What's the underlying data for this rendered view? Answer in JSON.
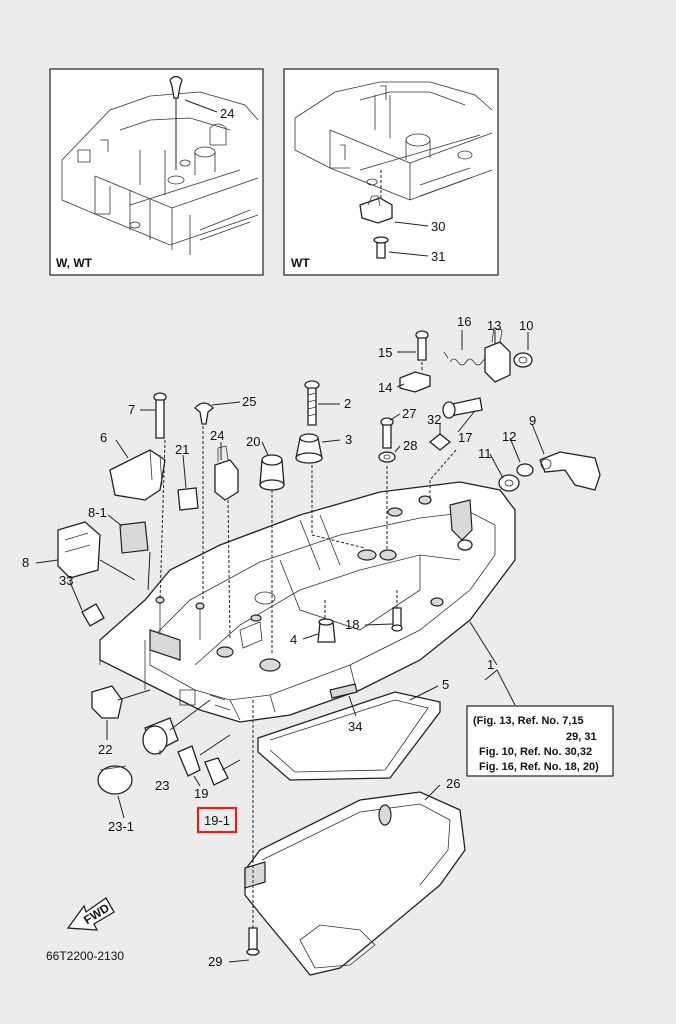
{
  "insets": [
    {
      "label": "W, WT",
      "callouts": [
        "24"
      ]
    },
    {
      "label": "WT",
      "callouts": [
        "30",
        "31"
      ]
    }
  ],
  "callouts": [
    "16",
    "13",
    "10",
    "15",
    "14",
    "2",
    "7",
    "25",
    "27",
    "32",
    "3",
    "17",
    "12",
    "9",
    "6",
    "24",
    "20",
    "28",
    "11",
    "21",
    "8-1",
    "8",
    "33",
    "18",
    "4",
    "1",
    "5",
    "22",
    "23",
    "34",
    "19",
    "23-1",
    "19-1",
    "26",
    "29"
  ],
  "highlighted_callout": "19-1",
  "highlight_color": "#e0241b",
  "reference_note": {
    "lines": [
      "(Fig. 13, Ref. No. 7,15",
      "29, 31",
      "Fig. 10, Ref. No. 30,32",
      "Fig. 16, Ref. No. 18, 20)"
    ]
  },
  "fwd_label": "FWD",
  "diagram_code": "66T2200-2130"
}
